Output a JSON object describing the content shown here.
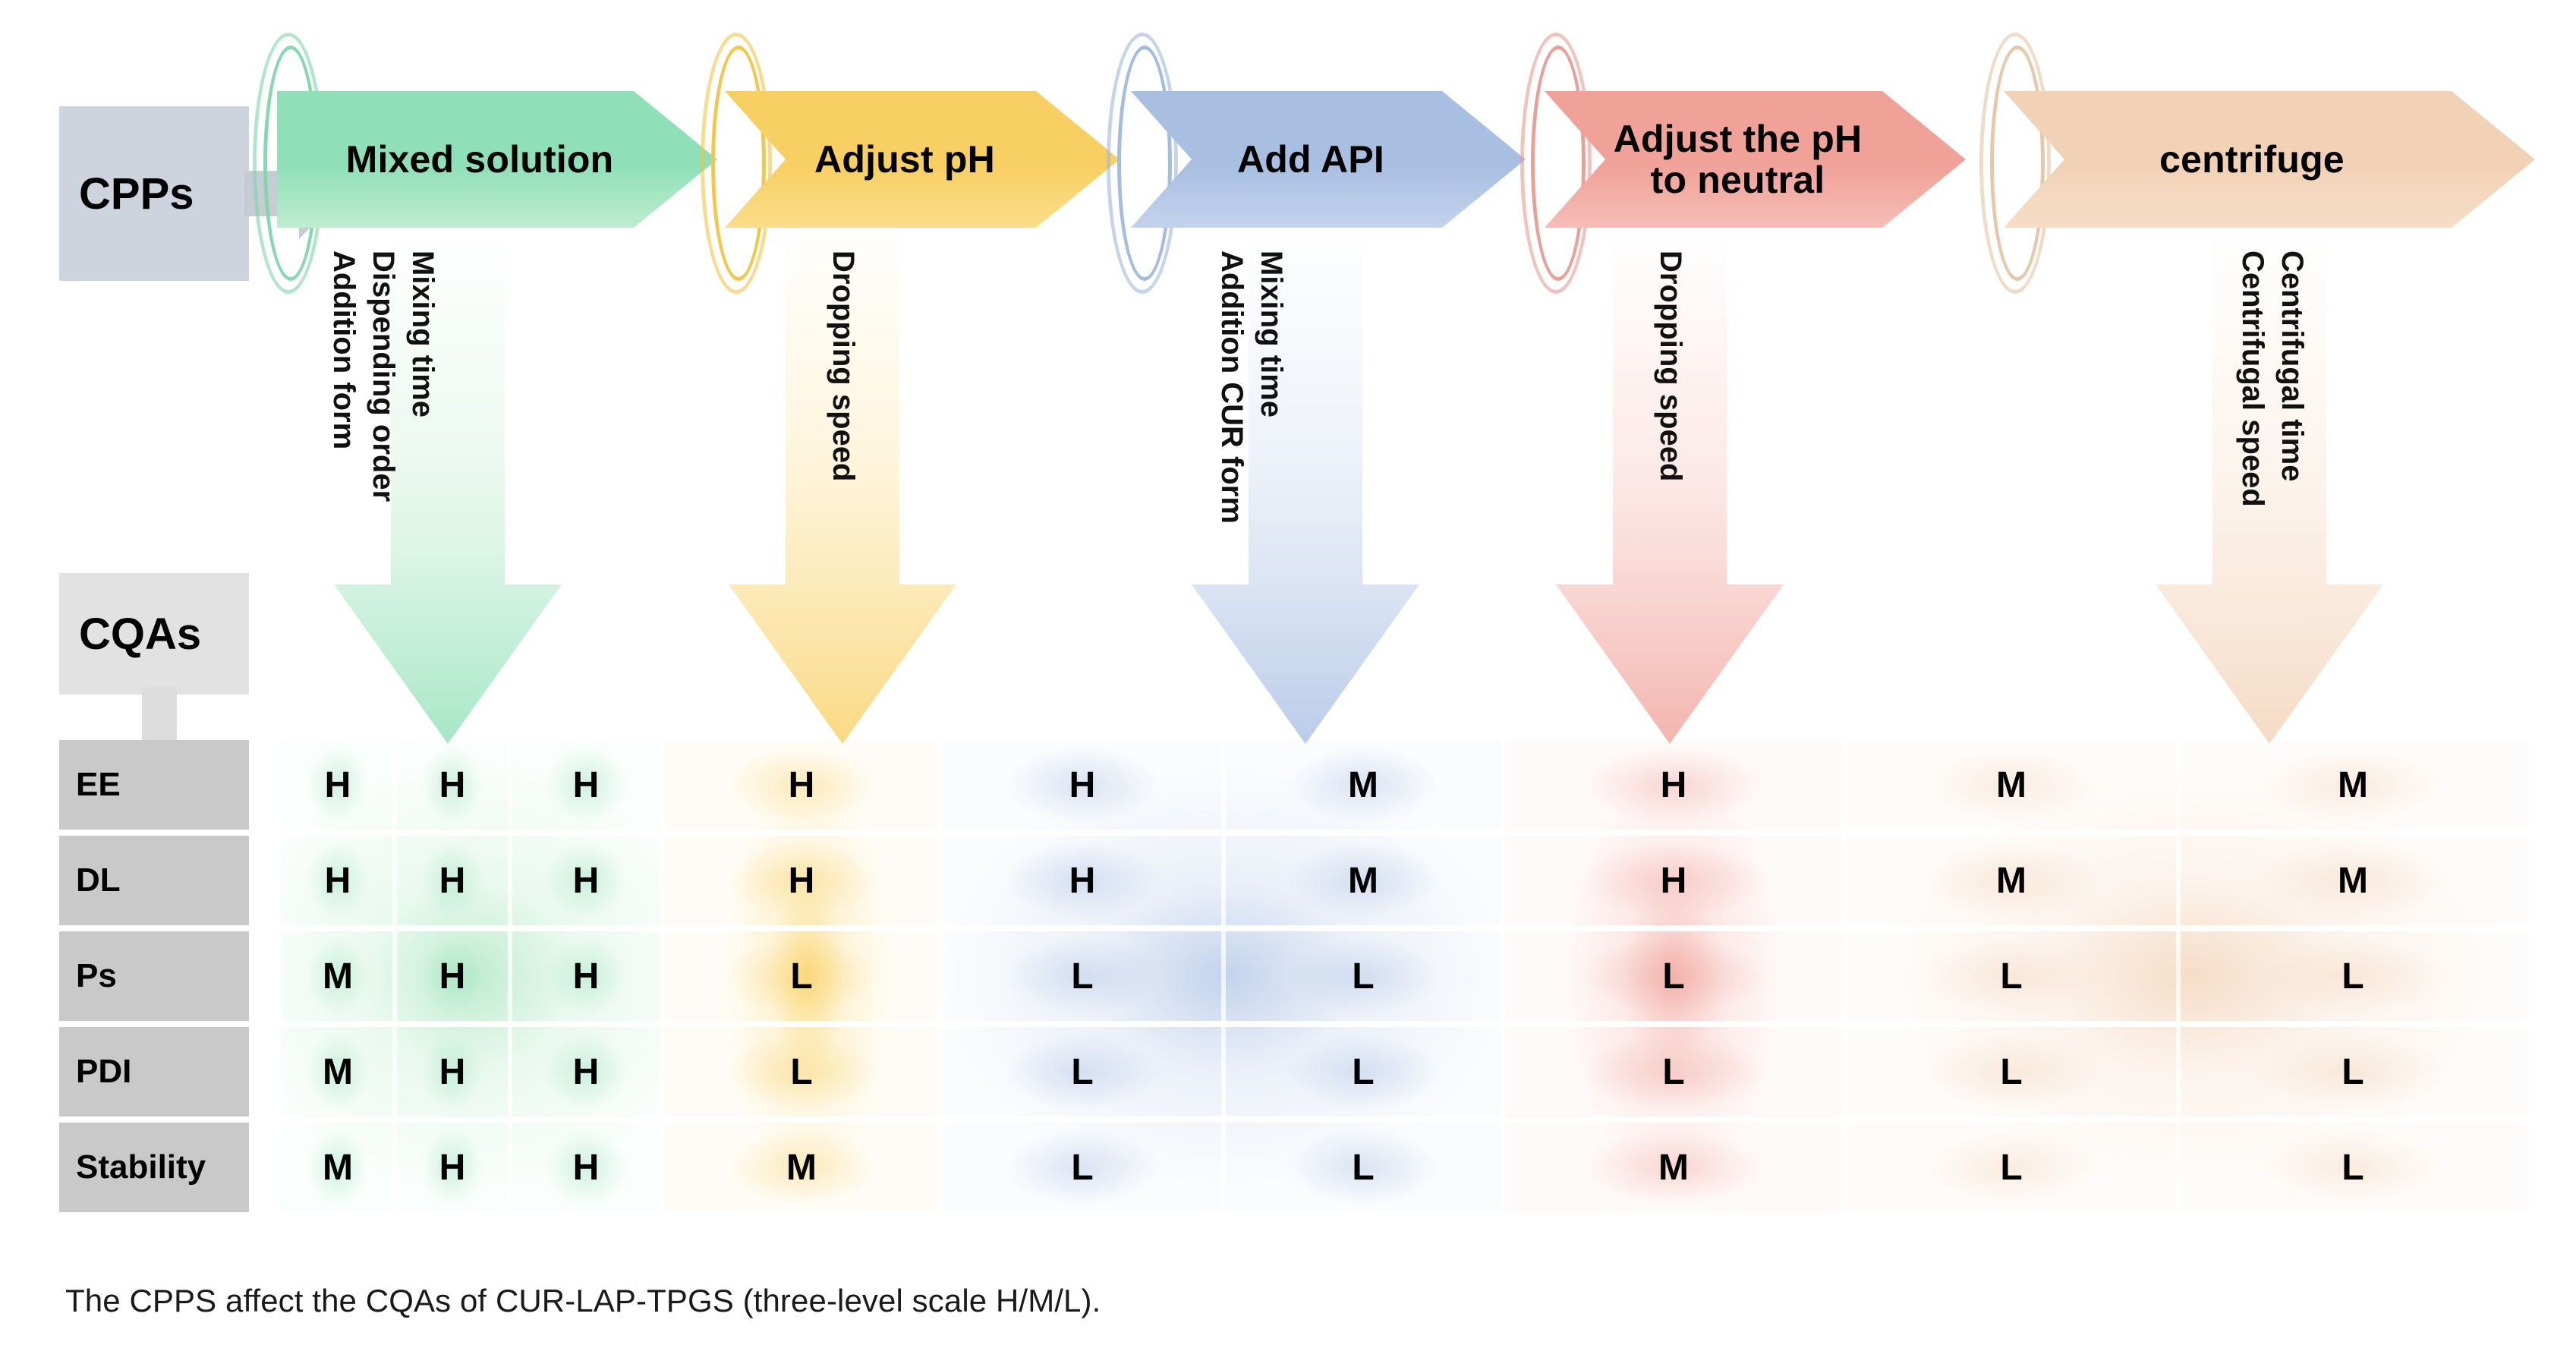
{
  "diagram": {
    "left_labels": {
      "cpps": "CPPs",
      "cqas": "CQAs"
    },
    "caption": "The CPPS affect the CQAs of CUR-LAP-TPGS (three-level scale H/M/L).",
    "steps": [
      {
        "label": "Mixed solution",
        "color": "#8fe0b8",
        "ring_color": "#7fd6aa",
        "band_color": "#bfeccf",
        "params": [
          "Addition form",
          "Dispending order",
          "Mixing time"
        ]
      },
      {
        "label": "Adjust pH",
        "color": "#f8cf63",
        "ring_color": "#f3c33f",
        "band_color": "#fbdd8a",
        "params": [
          "Dropping speed"
        ]
      },
      {
        "label": "Add API",
        "color": "#a8bfe2",
        "ring_color": "#9fb8de",
        "band_color": "#c3d3ec",
        "params": [
          "Addition CUR form",
          "Mixing time"
        ]
      },
      {
        "label": "Adjust the pH\nto neutral",
        "color": "#f0a299",
        "ring_color": "#e79b92",
        "band_color": "#f6bdb6",
        "params": [
          "Dropping speed"
        ]
      },
      {
        "label": "centrifuge",
        "color": "#f2d2b6",
        "ring_color": "#e5c4a4",
        "band_color": "#f6ddc7",
        "params": [
          "Centrifugal speed",
          "Centrifugal time"
        ]
      }
    ]
  },
  "chart_data": {
    "type": "table",
    "title": "The CPPS affect the CQAs of CUR-LAP-TPGS (three-level scale H/M/L).",
    "row_header": "CQAs",
    "column_header": "CPPs",
    "rows": [
      "EE",
      "DL",
      "Ps",
      "PDI",
      "Stability"
    ],
    "columns": [
      {
        "group": "Mixed solution",
        "name": "Addition form"
      },
      {
        "group": "Mixed solution",
        "name": "Dispending order"
      },
      {
        "group": "Mixed solution",
        "name": "Mixing time"
      },
      {
        "group": "Adjust pH",
        "name": "Dropping speed"
      },
      {
        "group": "Add API",
        "name": "Addition CUR form"
      },
      {
        "group": "Add API",
        "name": "Mixing time"
      },
      {
        "group": "Adjust the pH to neutral",
        "name": "Dropping speed"
      },
      {
        "group": "centrifuge",
        "name": "Centrifugal speed"
      },
      {
        "group": "centrifuge",
        "name": "Centrifugal time"
      }
    ],
    "scale": [
      "H",
      "M",
      "L"
    ],
    "values": [
      [
        "H",
        "H",
        "H",
        "H",
        "H",
        "M",
        "H",
        "M",
        "M"
      ],
      [
        "H",
        "H",
        "H",
        "H",
        "H",
        "M",
        "H",
        "M",
        "M"
      ],
      [
        "M",
        "H",
        "H",
        "L",
        "L",
        "L",
        "L",
        "L",
        "L"
      ],
      [
        "M",
        "H",
        "H",
        "L",
        "L",
        "L",
        "L",
        "L",
        "L"
      ],
      [
        "M",
        "H",
        "H",
        "M",
        "L",
        "L",
        "M",
        "L",
        "L"
      ]
    ]
  }
}
